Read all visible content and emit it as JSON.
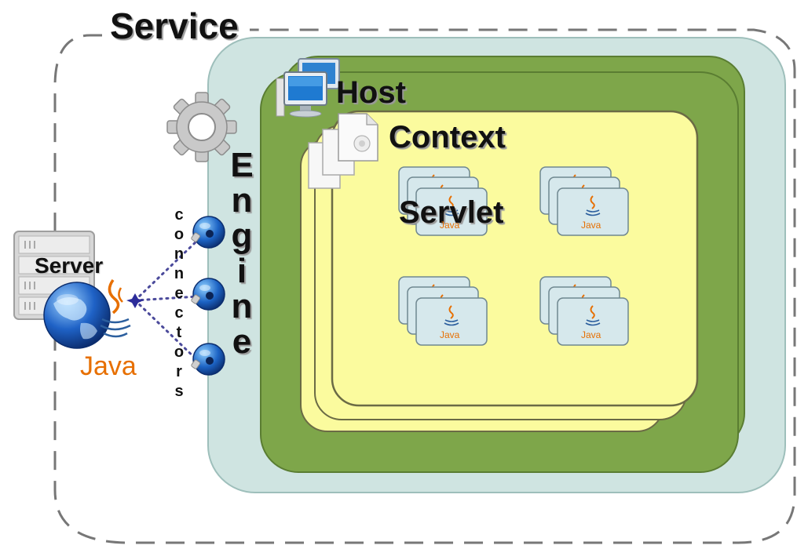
{
  "diagram": {
    "title": "Service",
    "components": {
      "service": "Service",
      "engine": "Engine",
      "host": "Host",
      "context": "Context",
      "servlet": "Servlet",
      "connectors": "connectors",
      "server": "Server",
      "java": "Java"
    },
    "servlet_java_label": "Java"
  },
  "colors": {
    "engine_fill": "#cfe4e1",
    "host_fill": "#7ea64a",
    "context_fill": "#fbfb9e",
    "servlet_tile": "#d6e8ec",
    "java_orange": "#e76f00",
    "connector_blue": "#1e4fa3"
  },
  "icons": [
    "gear-icon",
    "monitor-icon",
    "document-icon",
    "globe-icon",
    "server-rack-icon",
    "java-logo-icon"
  ]
}
